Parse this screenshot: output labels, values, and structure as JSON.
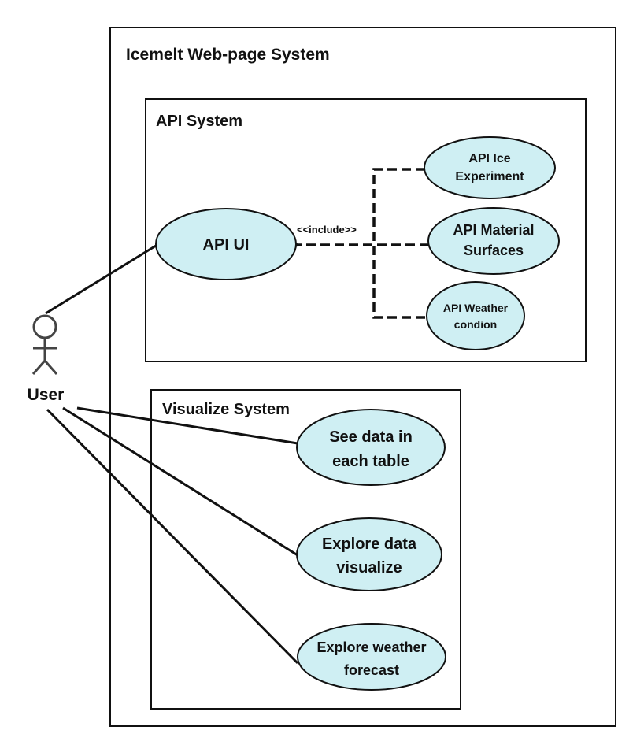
{
  "outer_system": {
    "title": "Icemelt Web-page System"
  },
  "api_system": {
    "title": "API System"
  },
  "visualize_system": {
    "title": "Visualize System"
  },
  "actor": {
    "label": "User"
  },
  "include_label": "<<include>>",
  "use_cases": {
    "api_ui": {
      "lines": [
        "API UI"
      ]
    },
    "api_ice": {
      "lines": [
        "API Ice",
        "Experiment"
      ]
    },
    "api_material": {
      "lines": [
        "API Material",
        "Surfaces"
      ]
    },
    "api_weather": {
      "lines": [
        "API Weather",
        "condion"
      ]
    },
    "see_data": {
      "lines": [
        "See data in",
        "each table"
      ]
    },
    "explore_data": {
      "lines": [
        "Explore data",
        "visualize"
      ]
    },
    "explore_weather": {
      "lines": [
        "Explore weather",
        "forecast"
      ]
    }
  },
  "colors": {
    "use_case_fill": "#cfeff3",
    "stroke": "#111111",
    "actor_stroke": "#444444"
  }
}
